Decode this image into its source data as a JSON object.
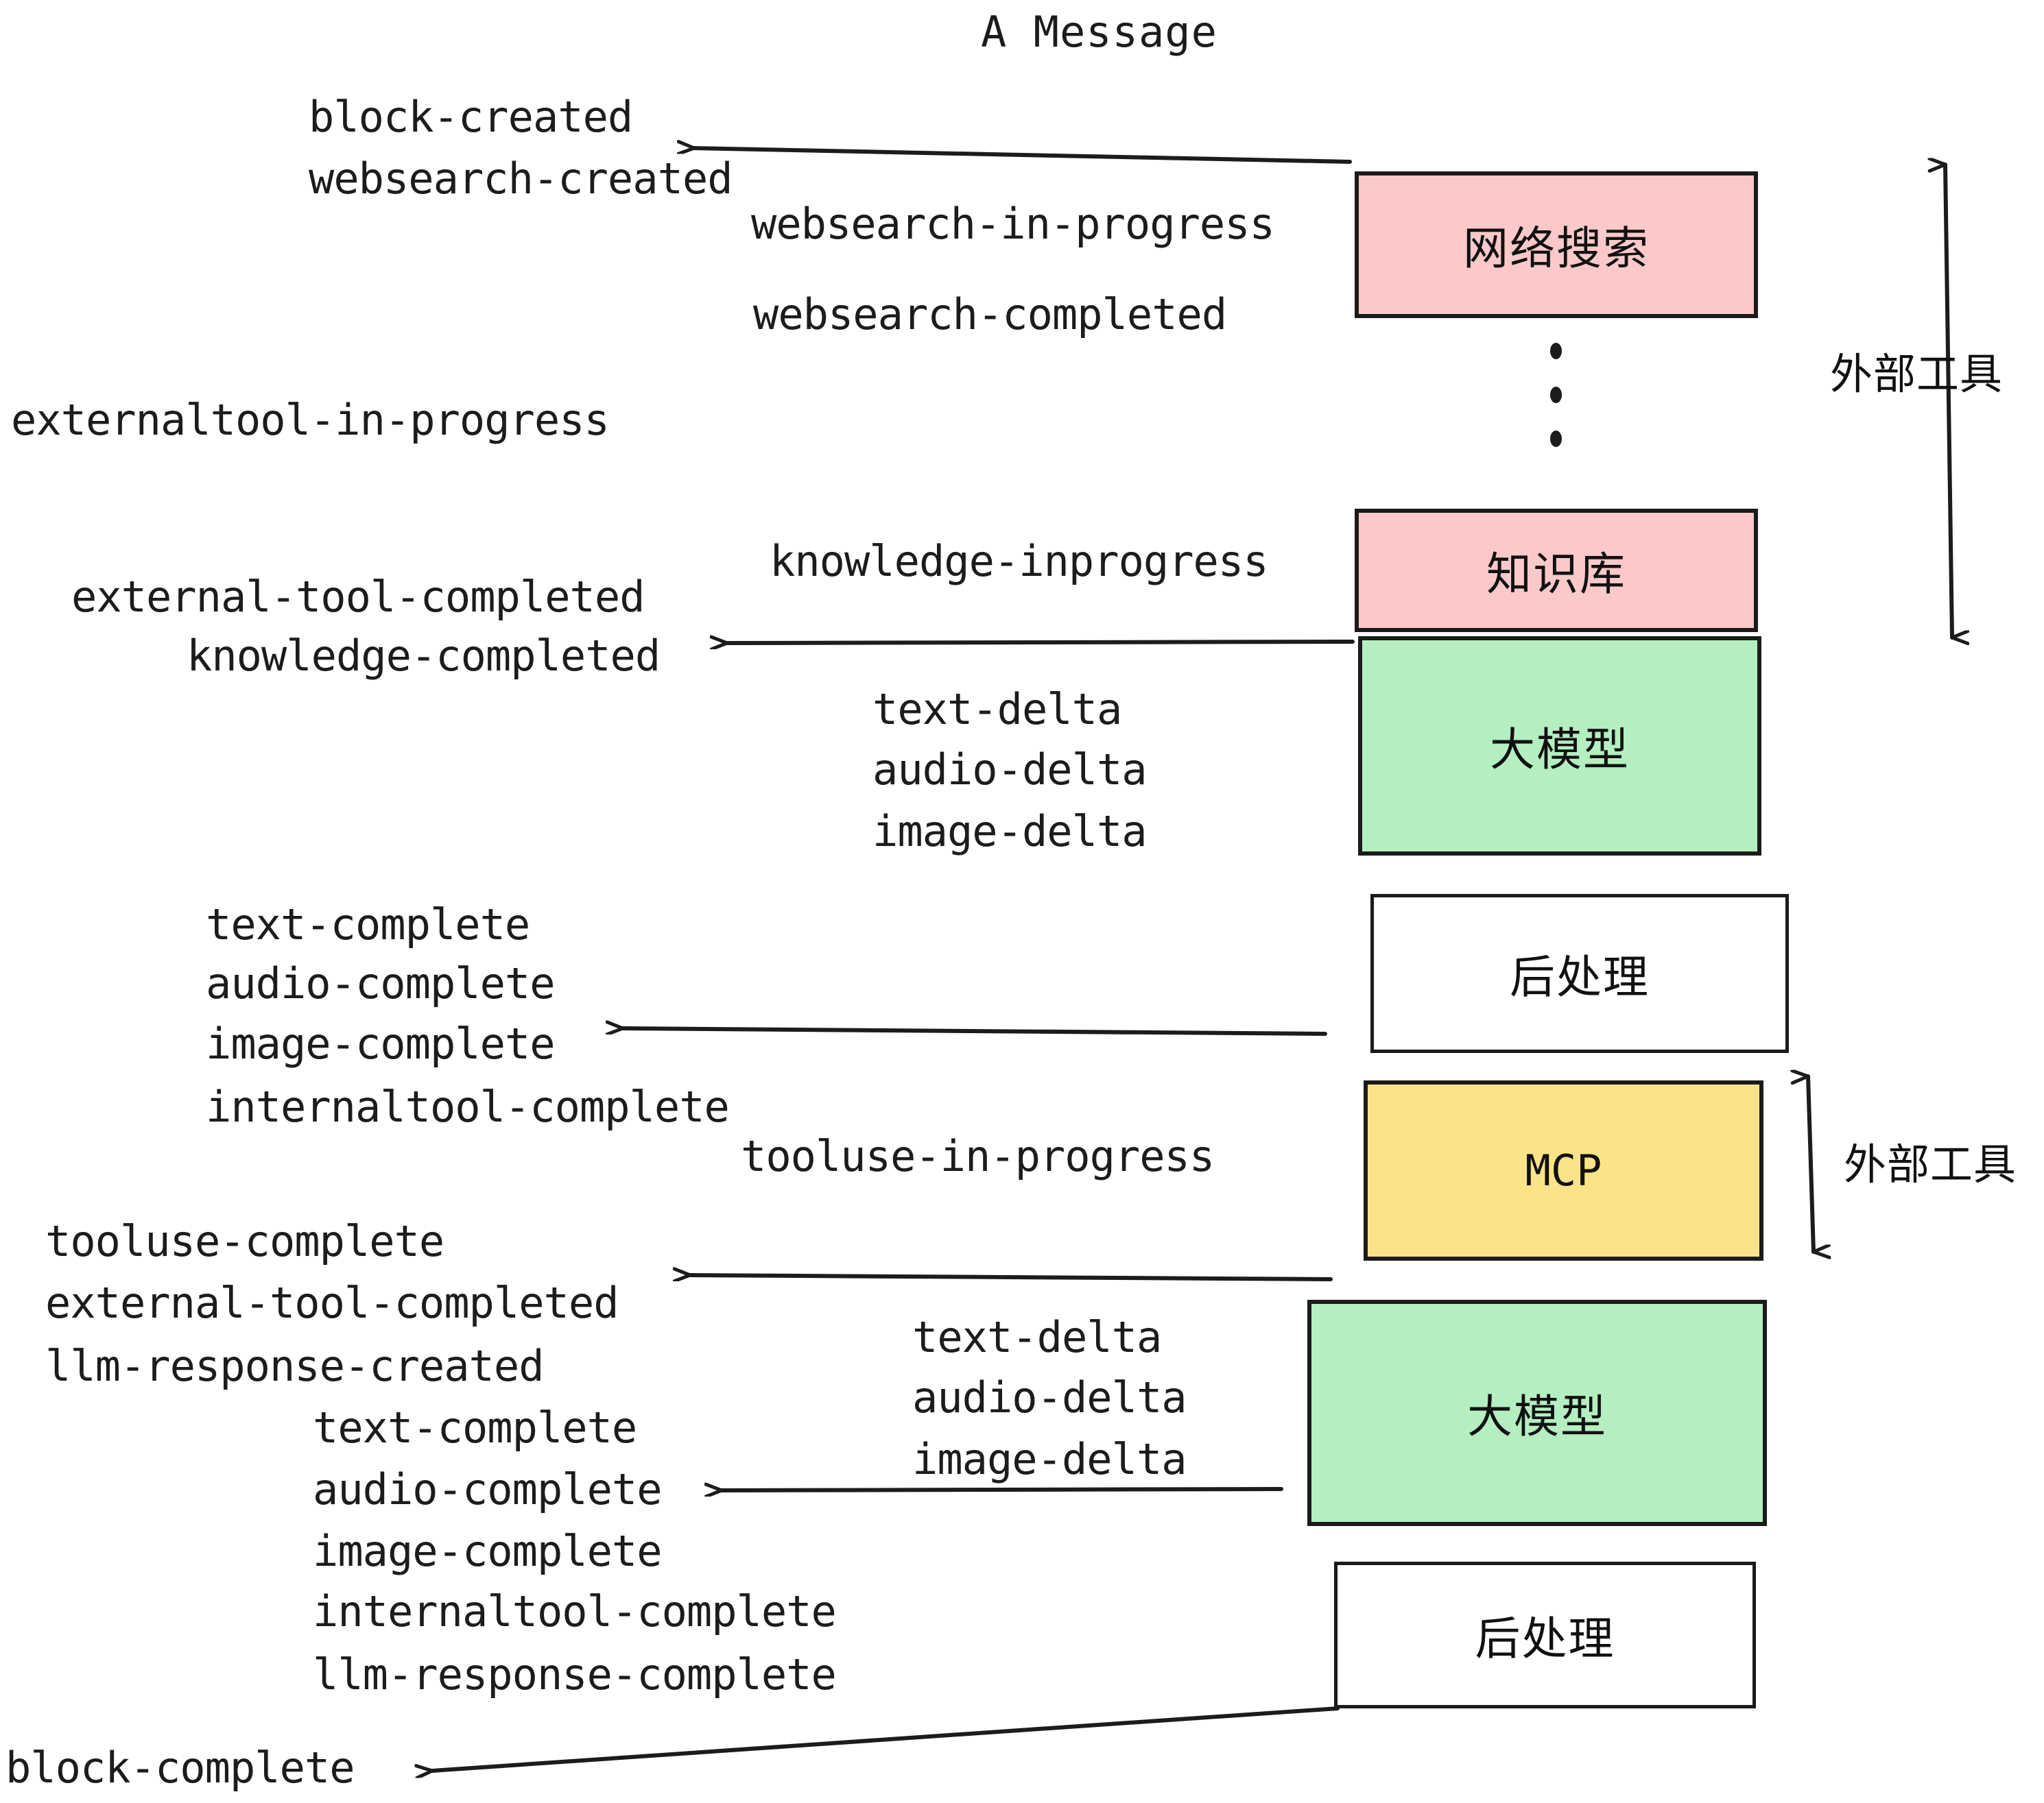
{
  "title": "A Message",
  "colors": {
    "pink": "#fbc9c9",
    "green": "#b4eec1",
    "yellow": "#fbe389",
    "white": "#ffffff",
    "stroke": "#1b1b1b",
    "text": "#1c1c1c",
    "background": "#ffffff"
  },
  "boxes": {
    "websearch": "网络搜索",
    "knowledge": "知识库",
    "llm_first": "大模型",
    "postprocess_first": "后处理",
    "mcp": "MCP",
    "llm_second": "大模型",
    "postprocess_second": "后处理"
  },
  "side_labels": {
    "external_tool_top": "外部工具",
    "external_tool_bottom": "外部工具"
  },
  "events": {
    "block_created": "block-created",
    "websearch_created": "websearch-created",
    "websearch_in_progress": "websearch-in-progress",
    "websearch_completed": "websearch-completed",
    "externaltool_in_progress": "externaltool-in-progress",
    "knowledge_inprogress": "knowledge-inprogress",
    "external_tool_completed_1": "external-tool-completed",
    "knowledge_completed": "knowledge-completed",
    "text_delta_1": "text-delta",
    "audio_delta_1": "audio-delta",
    "image_delta_1": "image-delta",
    "text_complete_1": "text-complete",
    "audio_complete_1": "audio-complete",
    "image_complete_1": "image-complete",
    "internaltool_complete_1": "internaltool-complete",
    "tooluse_in_progress": "tooluse-in-progress",
    "tooluse_complete": "tooluse-complete",
    "external_tool_completed_2": "external-tool-completed",
    "llm_response_created": "llm-response-created",
    "text_delta_2": "text-delta",
    "audio_delta_2": "audio-delta",
    "image_delta_2": "image-delta",
    "text_complete_2": "text-complete",
    "audio_complete_2": "audio-complete",
    "image_complete_2": "image-complete",
    "internaltool_complete_2": "internaltool-complete",
    "llm_response_complete": "llm-response-complete",
    "block_complete": "block-complete"
  }
}
